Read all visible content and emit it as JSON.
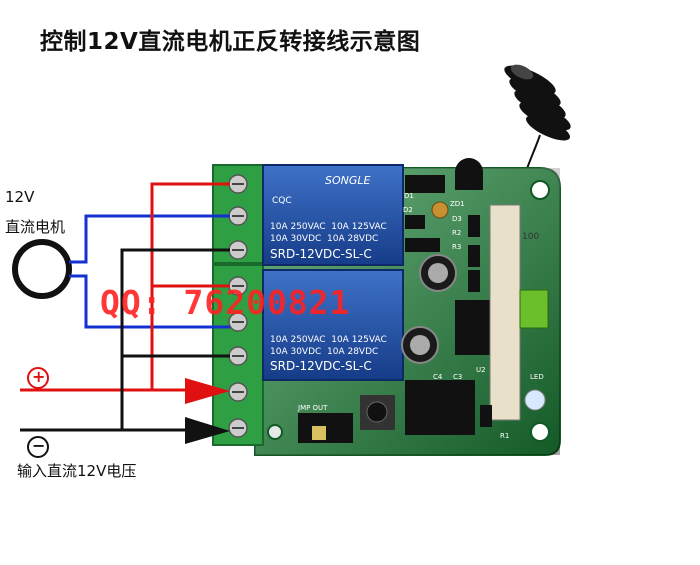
{
  "title": "控制12V直流电机正反转接线示意图",
  "motor": {
    "voltage_label": "12V",
    "name_label": "直流电机"
  },
  "supply": {
    "plus_symbol": "+",
    "minus_symbol": "−",
    "input_label": "输入直流12V电压"
  },
  "watermark": "QQ: 76200821",
  "relays": [
    {
      "brand": "SONGLE",
      "rating_line1": "10A 250VAC  10A 125VAC",
      "rating_line2": "10A 30VDC  10A 28VDC",
      "model": "SRD-12VDC-SL-C",
      "cert": "CQC"
    },
    {
      "rating_line1": "10A 250VAC  10A 125VAC",
      "rating_line2": "10A 30VDC  10A 28VDC",
      "model": "SRD-12VDC-SL-C"
    }
  ],
  "board_labels": {
    "d1": "D1",
    "d2": "D2",
    "d3": "D3",
    "zd1": "ZD1",
    "r2": "R2",
    "r3": "R3",
    "c3": "C3",
    "c4": "C4",
    "u2": "U2",
    "led": "LED",
    "r1": "R1",
    "jumper": "JMP OUT",
    "cap_value": "100"
  },
  "colors": {
    "red_wire": "#e01010",
    "blue_wire": "#1530d0",
    "black_wire": "#111111",
    "terminal_green": "#2ea043",
    "pcb_green": "#1f8a3c",
    "relay_blue": "#1f4fa8"
  }
}
